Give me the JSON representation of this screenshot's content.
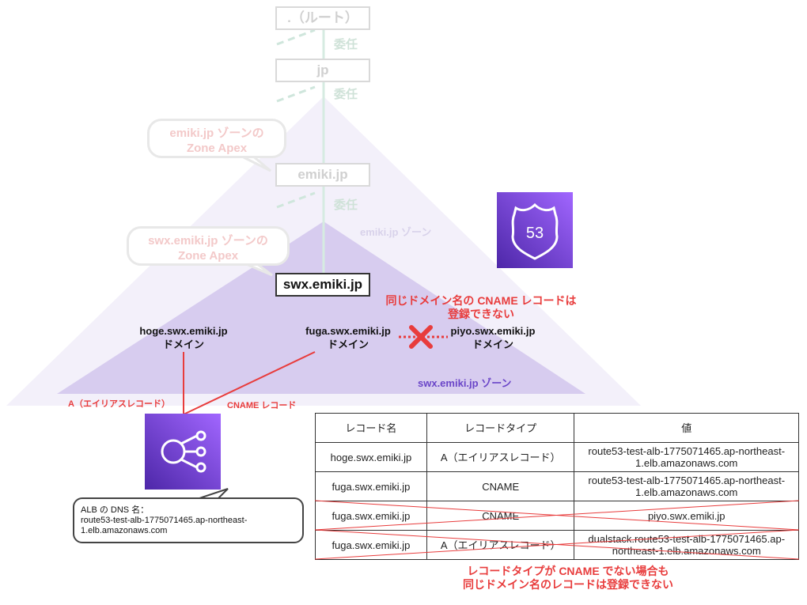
{
  "hierarchy": {
    "root_label": ".（ルート）",
    "jp_label": "jp",
    "emiki_label": "emiki.jp",
    "swx_label": "swx.emiki.jp",
    "delegation_labels": [
      "委任",
      "委任",
      "委任"
    ]
  },
  "zones": {
    "emiki_zone_label": "emiki.jp ゾーン",
    "swx_zone_label": "swx.emiki.jp ゾーン"
  },
  "callouts": {
    "emiki_apex": [
      "emiki.jp ゾーンの",
      "Zone Apex"
    ],
    "swx_apex": [
      "swx.emiki.jp ゾーンの",
      "Zone Apex"
    ],
    "alb_dns": [
      "ALB の DNS 名：",
      "route53-test-alb-1775071465.ap-northeast-",
      "1.elb.amazonaws.com"
    ]
  },
  "domains": [
    {
      "name": "hoge.swx.emiki.jp",
      "type": "ドメイン"
    },
    {
      "name": "fuga.swx.emiki.jp",
      "type": "ドメイン"
    },
    {
      "name": "piyo.swx.emiki.jp",
      "type": "ドメイン"
    }
  ],
  "labels": {
    "a_record": "A（エイリアスレコード）",
    "cname_record": "CNAME レコード",
    "cname_conflict": [
      "同じドメイン名の CNAME レコードは",
      "登録できない"
    ],
    "type_conflict": [
      "レコードタイプが CNAME でない場合も",
      "同じドメイン名のレコードは登録できない"
    ]
  },
  "icons": {
    "route53": "route53-icon",
    "route53_number": "53",
    "alb": "load-balancer-icon"
  },
  "table": {
    "headers": [
      "レコード名",
      "レコードタイプ",
      "値"
    ],
    "rows": [
      {
        "name": "hoge.swx.emiki.jp",
        "type": "A（エイリアスレコード）",
        "value": [
          "route53-test-alb-1775071465.ap-northeast-",
          "1.elb.amazonaws.com"
        ],
        "invalid": false
      },
      {
        "name": "fuga.swx.emiki.jp",
        "type": "CNAME",
        "value": [
          "route53-test-alb-1775071465.ap-northeast-",
          "1.elb.amazonaws.com"
        ],
        "invalid": false
      },
      {
        "name": "fuga.swx.emiki.jp",
        "type": "CNAME",
        "value": [
          "piyo.swx.emiki.jp"
        ],
        "invalid": true
      },
      {
        "name": "fuga.swx.emiki.jp",
        "type": "A（エイリアスレコード）",
        "value": [
          "dualstack.route53-test-alb-1775071465.ap-",
          "northeast-1.elb.amazonaws.com"
        ],
        "invalid": true
      }
    ]
  },
  "colors": {
    "accent_red": "#e83c3c",
    "aws_purple": "#7b3fe4",
    "zone_outer": "#f3f0fa",
    "zone_inner": "#d7ccef",
    "zone_label": "#6a45c8"
  }
}
